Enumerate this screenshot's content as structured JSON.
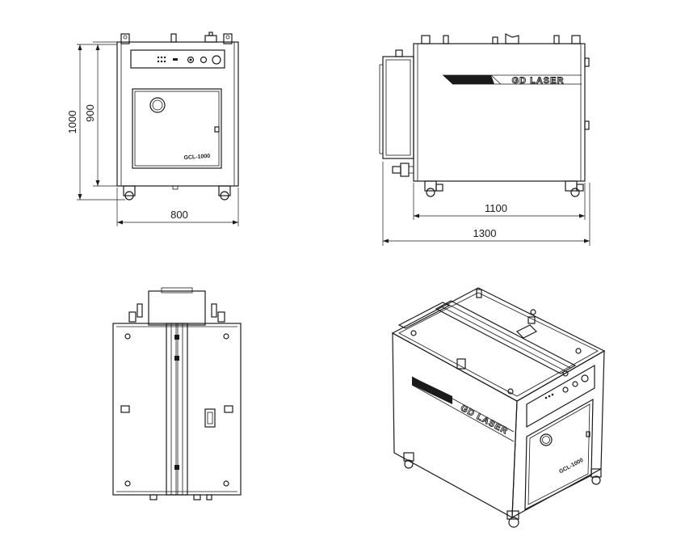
{
  "dimensions": {
    "front_height_outer": "1000",
    "front_height_inner": "900",
    "front_width": "800",
    "side_length_inner": "1100",
    "side_length_outer": "1300"
  },
  "labels": {
    "model_front": "GCL-1000",
    "model_iso": "GCL-1000",
    "brand_side": "GD LASER",
    "brand_iso": "GD LASER"
  },
  "colors": {
    "line": "#1a1a1a",
    "background": "#ffffff"
  }
}
